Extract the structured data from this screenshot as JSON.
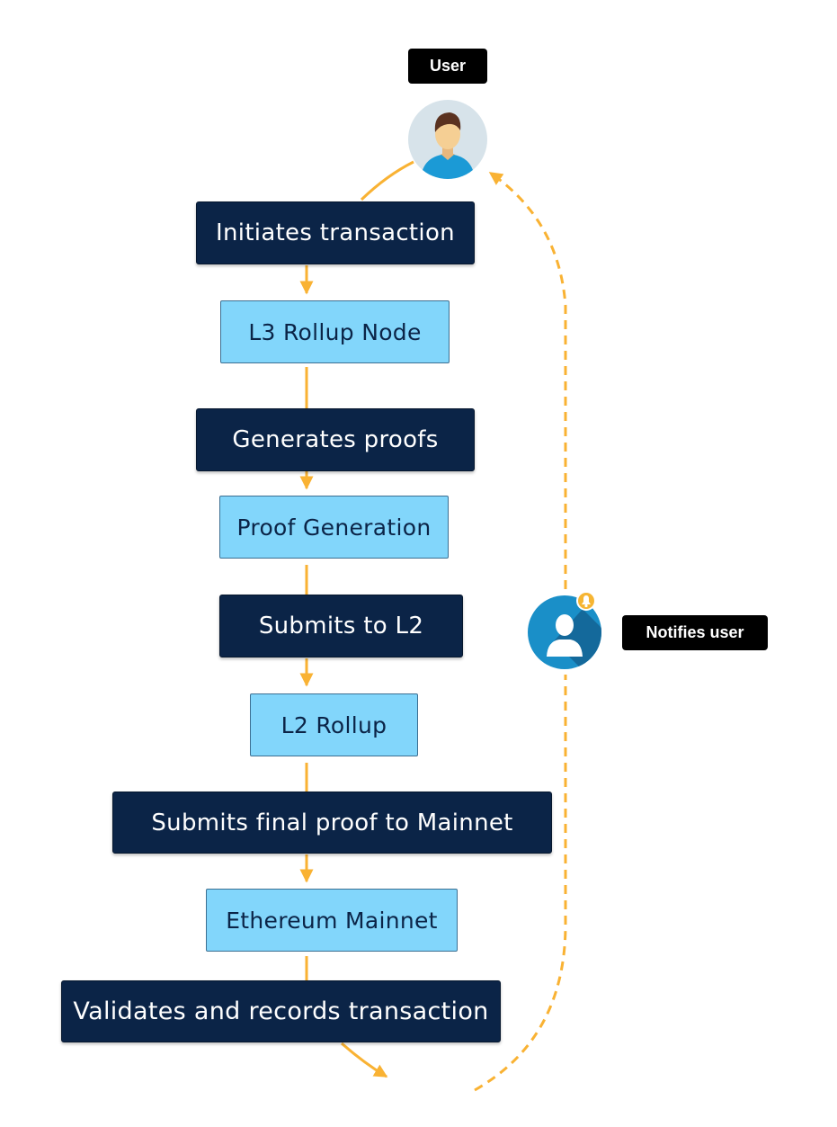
{
  "labels": {
    "user_tag": "User",
    "notify_tag": "Notifies user"
  },
  "steps": {
    "initiates": "Initiates transaction",
    "l3_node": "L3 Rollup Node",
    "generates": "Generates proofs",
    "proof_generation": "Proof Generation",
    "submits_l2": "Submits to L2",
    "l2_rollup": "L2 Rollup",
    "submits_final": "Submits final proof to Mainnet",
    "mainnet": "Ethereum Mainnet",
    "validates": "Validates and records transaction"
  },
  "icons": {
    "user": "user-avatar-icon",
    "notification": "notification-bell-user-icon"
  },
  "colors": {
    "step_bg": "#0b2447",
    "system_bg": "#82d6fb",
    "arrow": "#f9b233",
    "notify_circle": "#1a8fc8"
  }
}
